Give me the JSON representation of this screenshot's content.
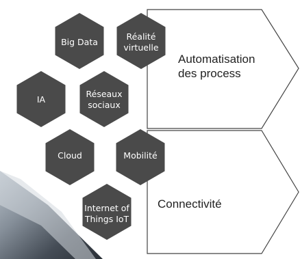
{
  "diagram": {
    "hexagons": [
      {
        "id": "big-data",
        "lines": [
          "Big Data"
        ]
      },
      {
        "id": "realite-virtuelle",
        "lines": [
          "Réalité",
          "virtuelle"
        ]
      },
      {
        "id": "ia",
        "lines": [
          "IA"
        ]
      },
      {
        "id": "reseaux-sociaux",
        "lines": [
          "Réseaux",
          "sociaux"
        ]
      },
      {
        "id": "cloud",
        "lines": [
          "Cloud"
        ]
      },
      {
        "id": "mobilite",
        "lines": [
          "Mobilité"
        ]
      },
      {
        "id": "internet-of-things",
        "lines": [
          "Internet of",
          "Things IoT"
        ]
      }
    ],
    "panels": [
      {
        "id": "automatisation",
        "lines": [
          "Automatisation",
          "des process"
        ]
      },
      {
        "id": "connectivite",
        "lines": [
          "Connectivité"
        ]
      }
    ]
  },
  "colors": {
    "hexagon_fill": "#4a4a4a",
    "hexagon_text": "#ffffff",
    "panel_stroke": "#444444",
    "panel_text": "#222222",
    "photo_dark": "#242a32",
    "photo_light": "#8f99a4"
  }
}
